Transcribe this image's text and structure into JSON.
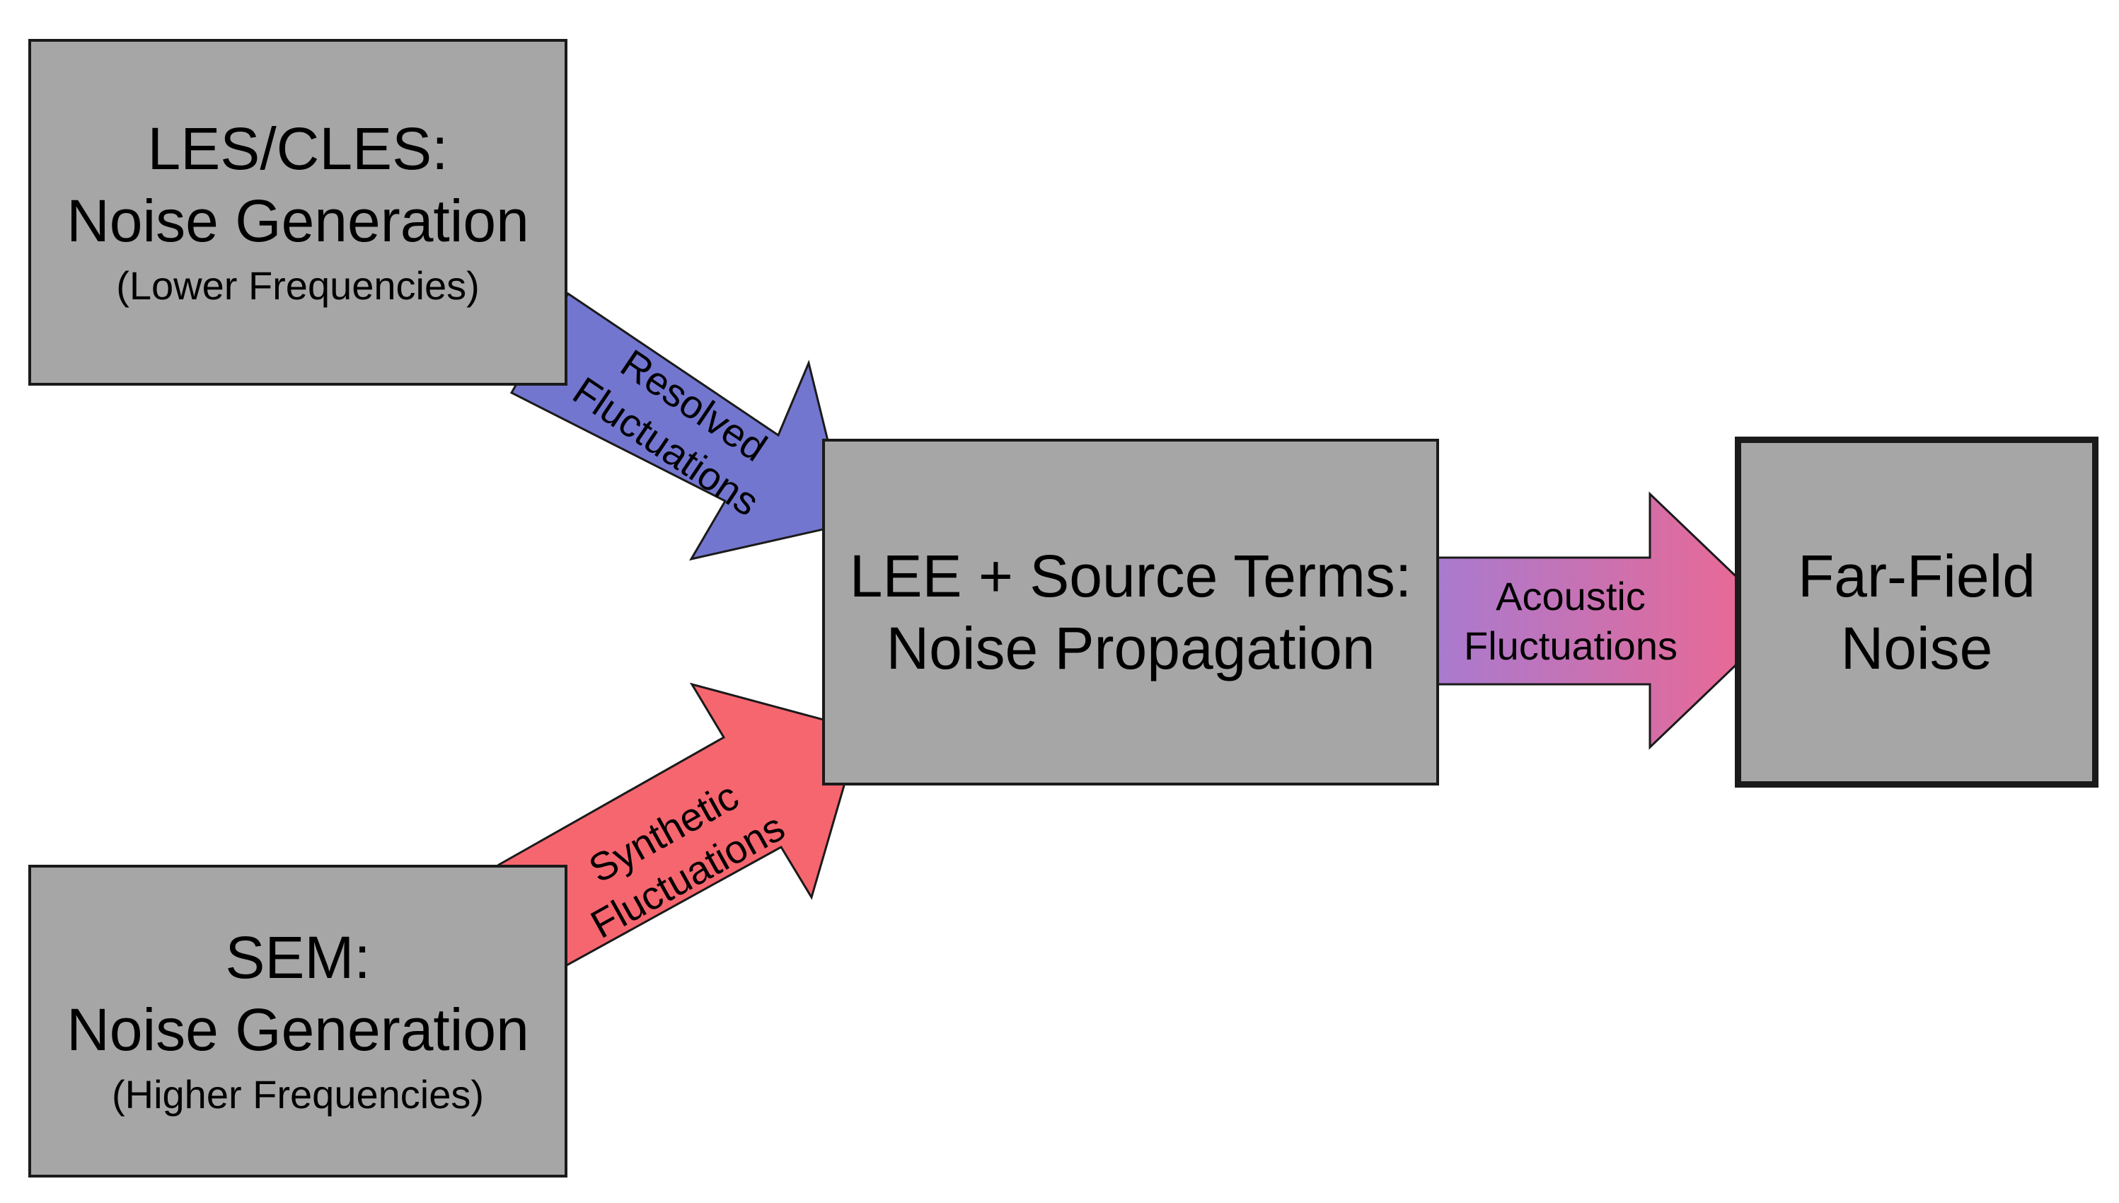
{
  "colors": {
    "box_fill": "#a6a6a6",
    "resolved_arrow": "#7376cf",
    "synthetic_arrow": "#f6666f",
    "acoustic_start": "#a67bd2",
    "acoustic_end": "#f0678e"
  },
  "boxes": {
    "les": {
      "title": "LES/CLES:",
      "subtitle": "Noise Generation",
      "note": "(Lower Frequencies)"
    },
    "sem": {
      "title": "SEM:",
      "subtitle": "Noise Generation",
      "note": "(Higher Frequencies)"
    },
    "lee": {
      "title": "LEE + Source Terms:",
      "subtitle": "Noise Propagation"
    },
    "far_field": {
      "title": "Far-Field",
      "subtitle": "Noise"
    }
  },
  "arrows": {
    "resolved": {
      "line1": "Resolved",
      "line2": "Fluctuations"
    },
    "synthetic": {
      "line1": "Synthetic",
      "line2": "Fluctuations"
    },
    "acoustic": {
      "line1": "Acoustic",
      "line2": "Fluctuations"
    }
  }
}
